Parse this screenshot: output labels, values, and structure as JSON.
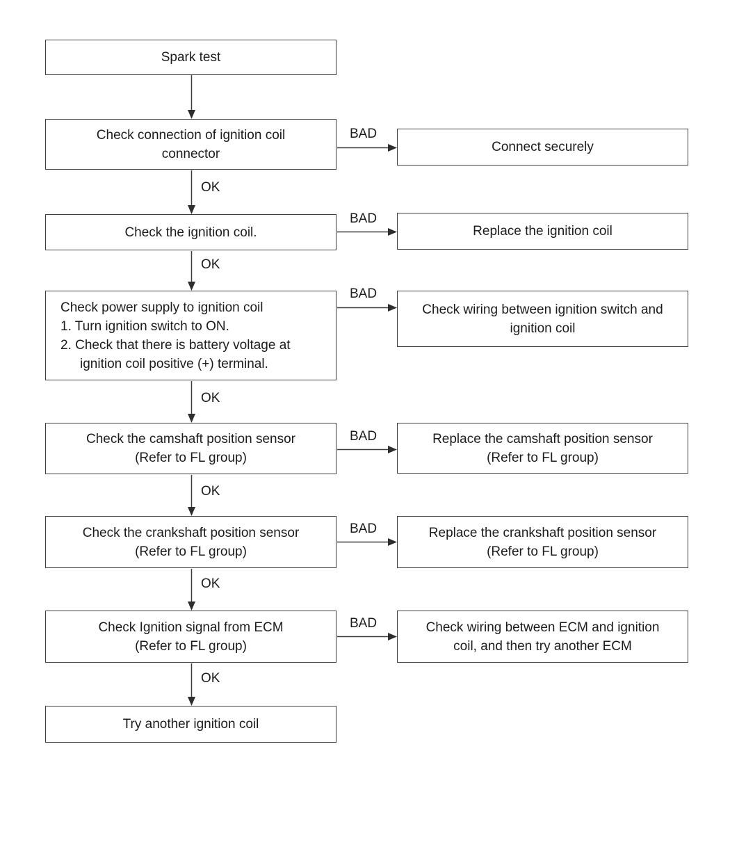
{
  "flowchart": {
    "connectors": {
      "ok": "OK",
      "bad": "BAD"
    },
    "nodes": {
      "start": {
        "lines": [
          "Spark test"
        ]
      },
      "check_connector": {
        "lines": [
          "Check connection of ignition coil",
          "connector"
        ]
      },
      "check_coil": {
        "lines": [
          "Check the ignition coil."
        ]
      },
      "check_power": {
        "lines": [
          "Check power supply to ignition coil",
          "1. Turn ignition switch to ON.",
          "2. Check that there is battery voltage at",
          "ignition coil positive (+) terminal."
        ]
      },
      "check_camshaft": {
        "lines": [
          "Check the camshaft position sensor",
          "(Refer to FL group)"
        ]
      },
      "check_crankshaft": {
        "lines": [
          "Check the crankshaft position sensor",
          "(Refer to FL group)"
        ]
      },
      "check_ecm": {
        "lines": [
          "Check Ignition signal from ECM",
          "(Refer to FL group)"
        ]
      },
      "try_coil": {
        "lines": [
          "Try another ignition coil"
        ]
      },
      "connect_securely": {
        "lines": [
          "Connect securely"
        ]
      },
      "replace_coil": {
        "lines": [
          "Replace the ignition coil"
        ]
      },
      "check_wiring_switch": {
        "lines": [
          "Check wiring between ignition switch and",
          "ignition coil"
        ]
      },
      "replace_camshaft": {
        "lines": [
          "Replace the camshaft position sensor",
          "(Refer to FL group)"
        ]
      },
      "replace_crankshaft": {
        "lines": [
          "Replace the crankshaft position sensor",
          "(Refer to FL group)"
        ]
      },
      "check_wiring_ecm": {
        "lines": [
          "Check wiring between ECM and ignition",
          "coil, and then try another ECM"
        ]
      }
    }
  }
}
